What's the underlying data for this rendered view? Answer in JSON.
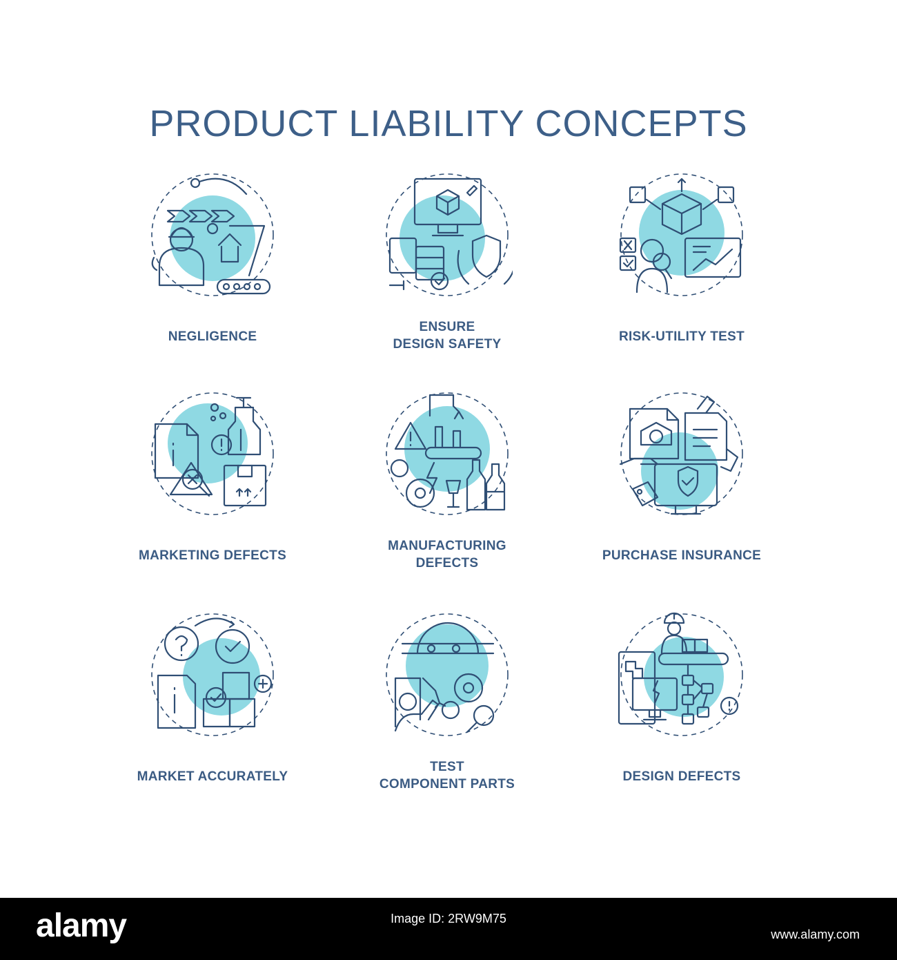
{
  "title": "PRODUCT LIABILITY CONCEPTS",
  "accent_color": "#8fd9e3",
  "line_color": "#2f4e74",
  "text_color": "#3b5b83",
  "concepts": [
    {
      "label": "NEGLIGENCE",
      "icon": "negligence-icon"
    },
    {
      "label": "ENSURE\nDESIGN SAFETY",
      "icon": "design-safety-icon"
    },
    {
      "label": "RISK-UTILITY TEST",
      "icon": "risk-utility-icon"
    },
    {
      "label": "MARKETING DEFECTS",
      "icon": "marketing-defects-icon"
    },
    {
      "label": "MANUFACTURING\nDEFECTS",
      "icon": "manufacturing-defects-icon"
    },
    {
      "label": "PURCHASE INSURANCE",
      "icon": "purchase-insurance-icon"
    },
    {
      "label": "MARKET ACCURATELY",
      "icon": "market-accurately-icon"
    },
    {
      "label": "TEST\nCOMPONENT PARTS",
      "icon": "test-components-icon"
    },
    {
      "label": "DESIGN DEFECTS",
      "icon": "design-defects-icon"
    }
  ],
  "footer": {
    "logo": "alamy",
    "image_id": "Image ID: 2RW9M75",
    "url": "www.alamy.com"
  }
}
